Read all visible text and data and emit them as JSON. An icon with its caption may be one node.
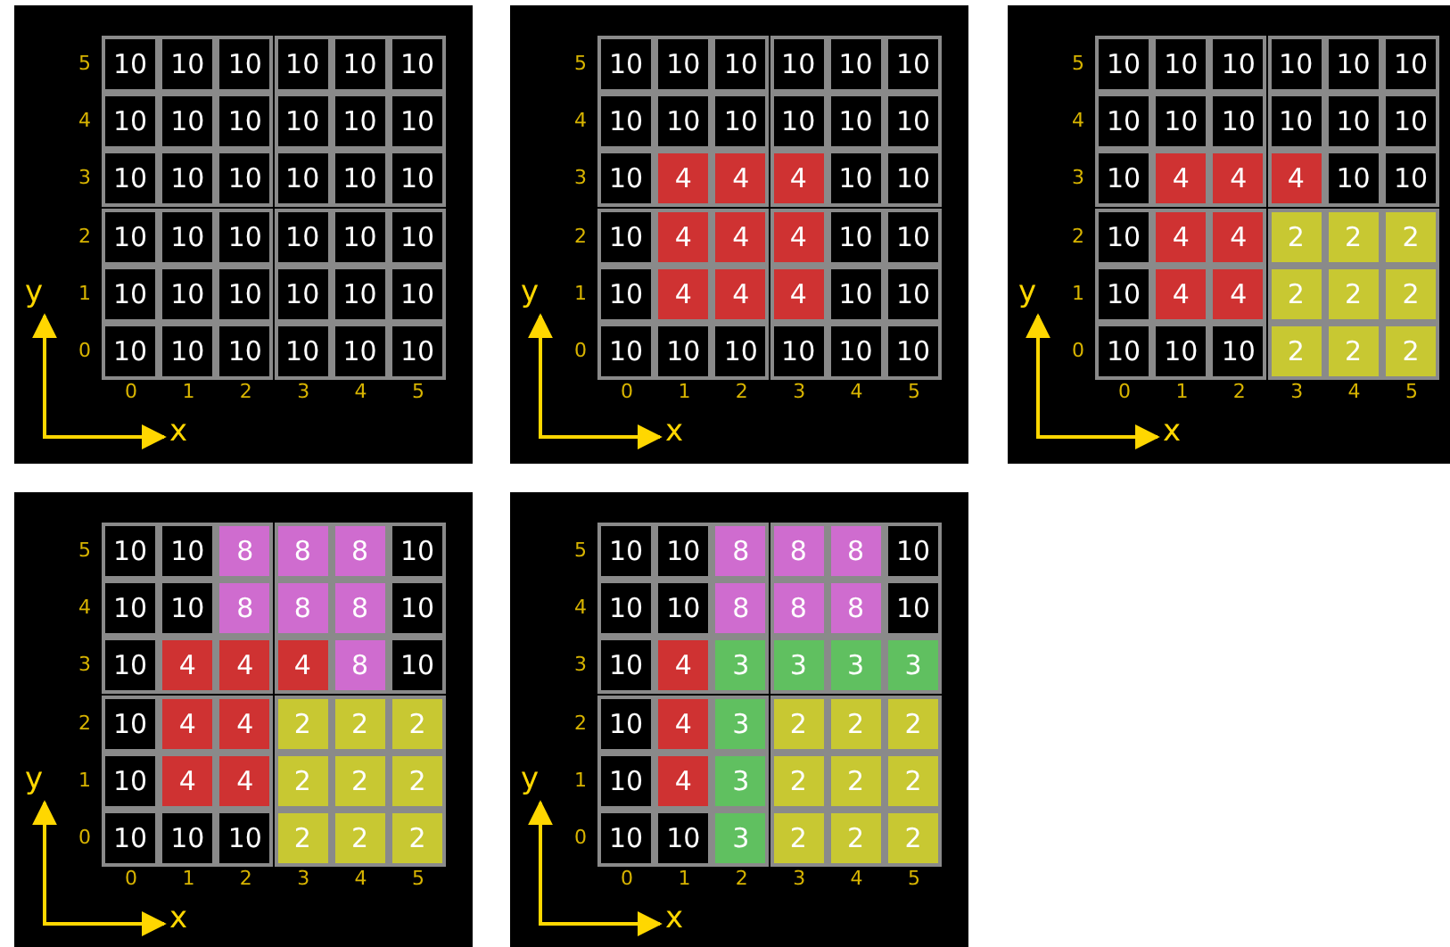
{
  "diagram": {
    "labels": [
      "5",
      "10",
      "10",
      "10",
      "10",
      "10",
      "10",
      "4",
      "10",
      "10",
      "10",
      "10",
      "10",
      "10",
      "3",
      "10",
      "10",
      "10",
      "10",
      "10",
      "10",
      "2",
      "10",
      "10",
      "10",
      "10",
      "10",
      "10",
      "1",
      "10",
      "10",
      "10",
      "10",
      "10",
      "10",
      "0",
      "10",
      "10",
      "10",
      "10",
      "10",
      "10",
      "0",
      "1",
      "2",
      "3",
      "4",
      "5",
      "y",
      "x",
      "5",
      "10",
      "10",
      "10",
      "10",
      "10",
      "10",
      "4",
      "10",
      "10",
      "10",
      "10",
      "10",
      "10",
      "3",
      "10",
      "4",
      "4",
      "4",
      "10",
      "10",
      "2",
      "10",
      "4",
      "4",
      "4",
      "10",
      "10",
      "1",
      "10",
      "4",
      "4",
      "4",
      "10",
      "10",
      "0",
      "10",
      "10",
      "10",
      "10",
      "10",
      "10",
      "0",
      "1",
      "2",
      "3",
      "4",
      "5",
      "y",
      "x",
      "5",
      "10",
      "10",
      "10",
      "10",
      "10",
      "10",
      "4",
      "10",
      "10",
      "10",
      "10",
      "10",
      "10",
      "3",
      "10",
      "4",
      "4",
      "4",
      "10",
      "10",
      "2",
      "10",
      "4",
      "4",
      "2",
      "2",
      "2",
      "1",
      "10",
      "4",
      "4",
      "2",
      "2",
      "2",
      "0",
      "10",
      "10",
      "10",
      "2",
      "2",
      "2",
      "0",
      "1",
      "2",
      "3",
      "4",
      "5",
      "y",
      "x",
      "5",
      "10",
      "10",
      "8",
      "8",
      "8",
      "10",
      "4",
      "10",
      "10",
      "8",
      "8",
      "8",
      "10",
      "3",
      "10",
      "4",
      "4",
      "4",
      "8",
      "10",
      "2",
      "10",
      "4",
      "4",
      "2",
      "2",
      "2",
      "1",
      "10",
      "4",
      "4",
      "2",
      "2",
      "2",
      "0",
      "10",
      "10",
      "10",
      "2",
      "2",
      "2",
      "0",
      "1",
      "2",
      "3",
      "4",
      "5",
      "y",
      "x",
      "5",
      "10",
      "10",
      "8",
      "8",
      "8",
      "10",
      "4",
      "10",
      "10",
      "8",
      "8",
      "8",
      "10",
      "3",
      "10",
      "4",
      "3",
      "3",
      "3",
      "3",
      "2",
      "10",
      "4",
      "3",
      "2",
      "2",
      "2",
      "1",
      "10",
      "4",
      "3",
      "2",
      "2",
      "2",
      "0",
      "10",
      "10",
      "3",
      "2",
      "2",
      "2",
      "0",
      "1",
      "2",
      "3",
      "4",
      "5",
      "y",
      "x"
    ]
  }
}
